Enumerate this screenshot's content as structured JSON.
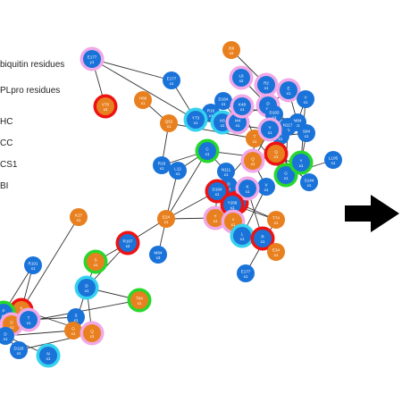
{
  "legend": {
    "items": [
      {
        "label": "biquitin residues",
        "swatch": "#1a73d9"
      },
      {
        "label": "PLpro residues",
        "swatch": "#e8801f"
      },
      {
        "label": "HC",
        "swatch": ""
      },
      {
        "label": "CC",
        "swatch": ""
      },
      {
        "label": "CS1",
        "swatch": ""
      },
      {
        "label": "BI",
        "swatch": ""
      }
    ]
  },
  "colors": {
    "ubiquitin": "#1a73d9",
    "plpro": "#e8801f",
    "ring_pink": "#f0a8e6",
    "ring_cyan": "#35d2ef",
    "ring_green": "#27d82c",
    "ring_red": "#ee1212",
    "edge": "#333333",
    "arrow": "#000000"
  },
  "nodes": [
    {
      "id": "n1",
      "label": "E177\ny1",
      "type": "ubiquitin",
      "ring": "pink"
    },
    {
      "id": "n2",
      "label": "V70\nx2",
      "type": "plpro",
      "ring": "red"
    },
    {
      "id": "n3",
      "label": "H68\nx1",
      "type": "plpro",
      "ring": ""
    },
    {
      "id": "n4",
      "label": "E177\nx1",
      "type": "ubiquitin",
      "ring": ""
    },
    {
      "id": "n5",
      "label": "I56\nx2",
      "type": "plpro",
      "ring": ""
    },
    {
      "id": "n6",
      "label": "D164\nx1",
      "type": "ubiquitin",
      "ring": ""
    },
    {
      "id": "n7",
      "label": "L8\nx2",
      "type": "ubiquitin",
      "ring": "pink"
    },
    {
      "id": "n8",
      "label": "R2\nx1",
      "type": "ubiquitin",
      "ring": "pink"
    },
    {
      "id": "n9",
      "label": "R16\nx1",
      "type": "ubiquitin",
      "ring": ""
    },
    {
      "id": "n10",
      "label": "Y73\nx1",
      "type": "ubiquitin",
      "ring": "cyan"
    },
    {
      "id": "n11",
      "label": "Q62\nx1",
      "type": "plpro",
      "ring": ""
    },
    {
      "id": "n12",
      "label": "K6\nx1",
      "type": "ubiquitin",
      "ring": "cyan"
    },
    {
      "id": "n13",
      "label": "I44\nx1",
      "type": "ubiquitin",
      "ring": "pink"
    },
    {
      "id": "n14",
      "label": "K48\nx1",
      "type": "ubiquitin",
      "ring": "pink"
    },
    {
      "id": "n15",
      "label": "D\nx1",
      "type": "ubiquitin",
      "ring": "pink"
    },
    {
      "id": "n16",
      "label": "E\nx1",
      "type": "ubiquitin",
      "ring": "pink"
    },
    {
      "id": "n17",
      "label": "T\nx1",
      "type": "plpro",
      "ring": ""
    },
    {
      "id": "n18",
      "label": "D183\nx1",
      "type": "ubiquitin",
      "ring": ""
    },
    {
      "id": "n19",
      "label": "M84\nx1",
      "type": "ubiquitin",
      "ring": ""
    },
    {
      "id": "n20",
      "label": "S84\nx1",
      "type": "ubiquitin",
      "ring": ""
    },
    {
      "id": "n21",
      "label": "N117\nx1",
      "type": "ubiquitin",
      "ring": ""
    },
    {
      "id": "n22",
      "label": "V\nx1",
      "type": "ubiquitin",
      "ring": ""
    },
    {
      "id": "n23",
      "label": "R\nx1",
      "type": "ubiquitin",
      "ring": ""
    },
    {
      "id": "n24",
      "label": "Y\nx1",
      "type": "ubiquitin",
      "ring": "pink"
    },
    {
      "id": "n25",
      "label": "Q\nx1",
      "type": "plpro",
      "ring": "red"
    },
    {
      "id": "n26",
      "label": "G\nx1",
      "type": "ubiquitin",
      "ring": "green"
    },
    {
      "id": "n27",
      "label": "Y\nx1",
      "type": "ubiquitin",
      "ring": "green"
    },
    {
      "id": "n28",
      "label": "L105\nx1",
      "type": "ubiquitin",
      "ring": ""
    },
    {
      "id": "n29",
      "label": "S144\nx1",
      "type": "ubiquitin",
      "ring": ""
    },
    {
      "id": "n30",
      "label": "C\nx1",
      "type": "ubiquitin",
      "ring": "green"
    },
    {
      "id": "n31",
      "label": "R16\nx1",
      "type": "ubiquitin",
      "ring": ""
    },
    {
      "id": "n32",
      "label": "L12\nx1",
      "type": "ubiquitin",
      "ring": ""
    },
    {
      "id": "n33",
      "label": "N111\nx1",
      "type": "ubiquitin",
      "ring": ""
    },
    {
      "id": "n34",
      "label": "Q\nx1",
      "type": "plpro",
      "ring": "pink"
    },
    {
      "id": "n35",
      "label": "D\nx1",
      "type": "ubiquitin",
      "ring": ""
    },
    {
      "id": "n36",
      "label": "D164\nx1",
      "type": "ubiquitin",
      "ring": "red"
    },
    {
      "id": "n37",
      "label": "V\nx1",
      "type": "ubiquitin",
      "ring": ""
    },
    {
      "id": "n38",
      "label": "Y\nx1",
      "type": "plpro",
      "ring": "pink"
    },
    {
      "id": "n39",
      "label": "T\nx1",
      "type": "ubiquitin",
      "ring": "red"
    },
    {
      "id": "n40",
      "label": "K\nx1",
      "type": "ubiquitin",
      "ring": "pink"
    },
    {
      "id": "n41",
      "label": "Y268\nx1",
      "type": "ubiquitin",
      "ring": "red"
    },
    {
      "id": "n42",
      "label": "Y\nx1",
      "type": "plpro",
      "ring": "pink"
    },
    {
      "id": "n43",
      "label": "L\nx1",
      "type": "ubiquitin",
      "ring": "cyan"
    },
    {
      "id": "n44",
      "label": "T74\nx1",
      "type": "plpro",
      "ring": ""
    },
    {
      "id": "n45",
      "label": "R\nx1",
      "type": "ubiquitin",
      "ring": "red"
    },
    {
      "id": "n46",
      "label": "E34\nx1",
      "type": "plpro",
      "ring": ""
    },
    {
      "id": "n47",
      "label": "E177\nx1",
      "type": "ubiquitin",
      "ring": ""
    },
    {
      "id": "n48",
      "label": "E24\nx1",
      "type": "plpro",
      "ring": ""
    },
    {
      "id": "n49",
      "label": "M94\nx3",
      "type": "ubiquitin",
      "ring": ""
    },
    {
      "id": "n50",
      "label": "R167\nx2",
      "type": "ubiquitin",
      "ring": "red"
    },
    {
      "id": "n51",
      "label": "K27\nx1",
      "type": "plpro",
      "ring": ""
    },
    {
      "id": "n52",
      "label": "R101\nx1",
      "type": "ubiquitin",
      "ring": ""
    },
    {
      "id": "n53",
      "label": "S\nx1",
      "type": "plpro",
      "ring": "green"
    },
    {
      "id": "n54",
      "label": "D\nx1",
      "type": "ubiquitin",
      "ring": "cyan"
    },
    {
      "id": "n55",
      "label": "T84\nx1",
      "type": "plpro",
      "ring": "green"
    },
    {
      "id": "n56",
      "label": "S\nx1",
      "type": "ubiquitin",
      "ring": ""
    },
    {
      "id": "n57",
      "label": "G\nx1",
      "type": "plpro",
      "ring": ""
    },
    {
      "id": "n58",
      "label": "Q\nx1",
      "type": "plpro",
      "ring": "pink"
    },
    {
      "id": "n59",
      "label": "K\nx1",
      "type": "plpro",
      "ring": "red"
    },
    {
      "id": "n60",
      "label": "P\nx1",
      "type": "ubiquitin",
      "ring": "green"
    },
    {
      "id": "n61",
      "label": "D\nx1",
      "type": "plpro",
      "ring": "pink"
    },
    {
      "id": "n62",
      "label": "T\nx1",
      "type": "ubiquitin",
      "ring": "pink"
    },
    {
      "id": "n63",
      "label": "D\nx1",
      "type": "ubiquitin",
      "ring": ""
    },
    {
      "id": "n64",
      "label": "D120\nx1",
      "type": "ubiquitin",
      "ring": ""
    },
    {
      "id": "n65",
      "label": "N\nx1",
      "type": "ubiquitin",
      "ring": "cyan"
    }
  ],
  "edges": [
    [
      "n1",
      "n2"
    ],
    [
      "n1",
      "n4"
    ],
    [
      "n1",
      "n10"
    ],
    [
      "n3",
      "n11"
    ],
    [
      "n4",
      "n10"
    ],
    [
      "n5",
      "n8"
    ],
    [
      "n6",
      "n13"
    ],
    [
      "n7",
      "n15"
    ],
    [
      "n8",
      "n16"
    ],
    [
      "n9",
      "n13"
    ],
    [
      "n10",
      "n12"
    ],
    [
      "n10",
      "n24"
    ],
    [
      "n11",
      "n17"
    ],
    [
      "n12",
      "n15"
    ],
    [
      "n13",
      "n14"
    ],
    [
      "n14",
      "n17"
    ],
    [
      "n15",
      "n18"
    ],
    [
      "n16",
      "n19"
    ],
    [
      "n17",
      "n18"
    ],
    [
      "n17",
      "n24"
    ],
    [
      "n17",
      "n26"
    ],
    [
      "n18",
      "n20"
    ],
    [
      "n19",
      "n21"
    ],
    [
      "n19",
      "n22"
    ],
    [
      "n20",
      "n23"
    ],
    [
      "n21",
      "n26"
    ],
    [
      "n22",
      "n27"
    ],
    [
      "n23",
      "n25"
    ],
    [
      "n24",
      "n34"
    ],
    [
      "n25",
      "n29"
    ],
    [
      "n26",
      "n28"
    ],
    [
      "n27",
      "n30"
    ],
    [
      "n30",
      "n31"
    ],
    [
      "n30",
      "n32"
    ],
    [
      "n30",
      "n33"
    ],
    [
      "n33",
      "n35"
    ],
    [
      "n34",
      "n37"
    ],
    [
      "n35",
      "n36"
    ],
    [
      "n36",
      "n38"
    ],
    [
      "n36",
      "n41"
    ],
    [
      "n37",
      "n40"
    ],
    [
      "n37",
      "n43"
    ],
    [
      "n38",
      "n42"
    ],
    [
      "n39",
      "n44"
    ],
    [
      "n40",
      "n45"
    ],
    [
      "n41",
      "n44"
    ],
    [
      "n43",
      "n46"
    ],
    [
      "n44",
      "n47"
    ],
    [
      "n45",
      "n46"
    ],
    [
      "n36",
      "n48"
    ],
    [
      "n48",
      "n49"
    ],
    [
      "n48",
      "n50"
    ],
    [
      "n48",
      "n30"
    ],
    [
      "n48",
      "n38"
    ],
    [
      "n50",
      "n53"
    ],
    [
      "n50",
      "n54"
    ],
    [
      "n51",
      "n59"
    ],
    [
      "n52",
      "n60"
    ],
    [
      "n53",
      "n54"
    ],
    [
      "n54",
      "n55"
    ],
    [
      "n54",
      "n57"
    ],
    [
      "n54",
      "n58"
    ],
    [
      "n55",
      "n61"
    ],
    [
      "n56",
      "n62"
    ],
    [
      "n57",
      "n63"
    ],
    [
      "n58",
      "n64"
    ],
    [
      "n59",
      "n60"
    ],
    [
      "n60",
      "n61"
    ],
    [
      "n61",
      "n62"
    ],
    [
      "n62",
      "n63"
    ],
    [
      "n63",
      "n64"
    ],
    [
      "n63",
      "n65"
    ],
    [
      "n10",
      "n13"
    ],
    [
      "n15",
      "n16"
    ],
    [
      "n14",
      "n19"
    ],
    [
      "n20",
      "n27"
    ],
    [
      "n24",
      "n36"
    ],
    [
      "n42",
      "n39"
    ],
    [
      "n59",
      "n58"
    ],
    [
      "n52",
      "n59"
    ],
    [
      "n48",
      "n32"
    ],
    [
      "n11",
      "n31"
    ]
  ]
}
